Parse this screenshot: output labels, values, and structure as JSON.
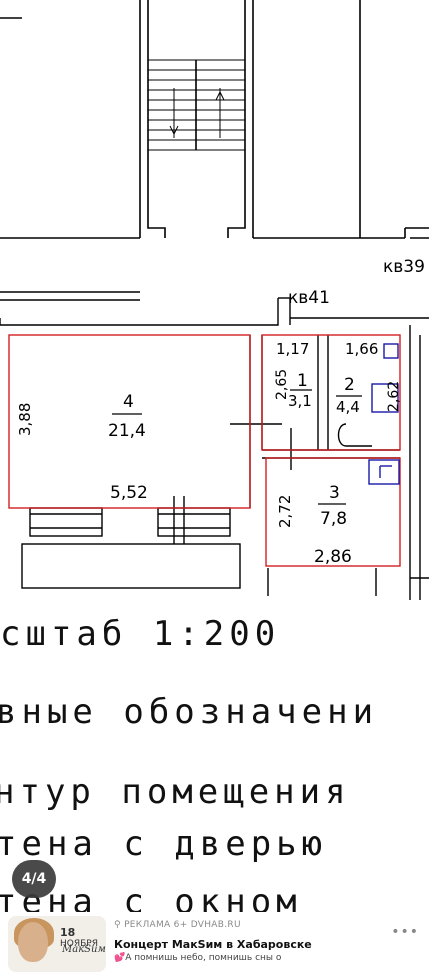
{
  "plan": {
    "neighbor_label_1": "кв39",
    "neighbor_label_2": "кв41",
    "rooms": [
      {
        "number": "4",
        "area": "21,4"
      },
      {
        "number": "1",
        "area": "3,1"
      },
      {
        "number": "2",
        "area": "4,4"
      },
      {
        "number": "3",
        "area": "7,8"
      }
    ],
    "dimensions": {
      "room4_height": "3,88",
      "room4_width": "5,52",
      "room1_width": "1,17",
      "room1_height": "2,65",
      "room2_width": "1,66",
      "room2_height": "2,62",
      "room3_height": "2,72",
      "room3_width": "2,86"
    }
  },
  "legend": {
    "scale_text": "сштаб 1:200",
    "notation_text": "вные обозначени",
    "line_contour": "нтур помещения",
    "line_door": "тена с дверью",
    "line_window": "тена с окном"
  },
  "viewer": {
    "counter": "4/4"
  },
  "ad": {
    "thumb_date_day": "18",
    "thumb_date_month": "НОЯБРЯ",
    "thumb_brand": "МакSим",
    "meta": "РЕКЛАМА  6+  DVHAB.RU",
    "title": "Концерт МакSим в Хабаровске",
    "description": "А помнишь небо, помнишь сны о"
  },
  "colors": {
    "room_outline": "#d42020",
    "fixture_blue": "#1a1aa8",
    "counter_bg": "#3b3b3b"
  }
}
